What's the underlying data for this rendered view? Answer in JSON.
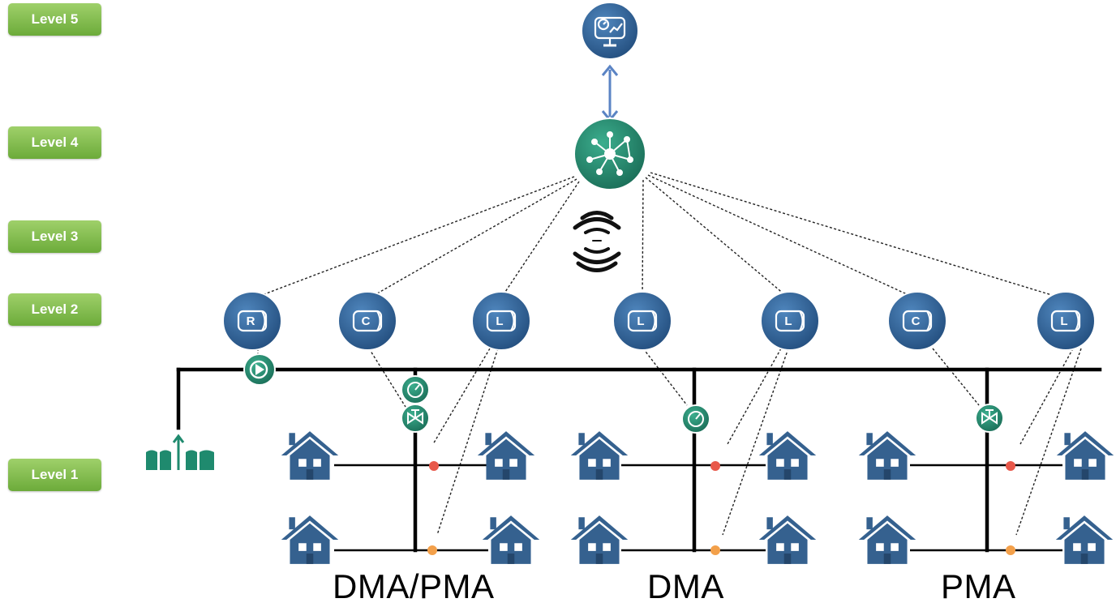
{
  "levels": [
    "Level 5",
    "Level 4",
    "Level 3",
    "Level 2",
    "Level 1"
  ],
  "loggers": [
    "R",
    "C",
    "L",
    "L",
    "L",
    "C",
    "L"
  ],
  "zones": [
    "DMA/PMA",
    "DMA",
    "PMA"
  ],
  "colors": {
    "level_badge": "#7dbb48",
    "node_blue": "#2c5e93",
    "node_teal": "#23896f",
    "house": "#35618f",
    "leak_red": "#e8584a",
    "leak_orange": "#f3a04a",
    "arrow": "#5b84c4"
  },
  "icons": {
    "scada": "monitor-dashboard-icon",
    "hub": "network-hub-icon",
    "wireless": "wireless-signal-icon",
    "pump": "pump-icon",
    "meter": "flow-meter-icon",
    "valve": "valve-icon",
    "house": "house-icon",
    "source": "water-source-icon",
    "leak": "leak-sensor-icon"
  }
}
